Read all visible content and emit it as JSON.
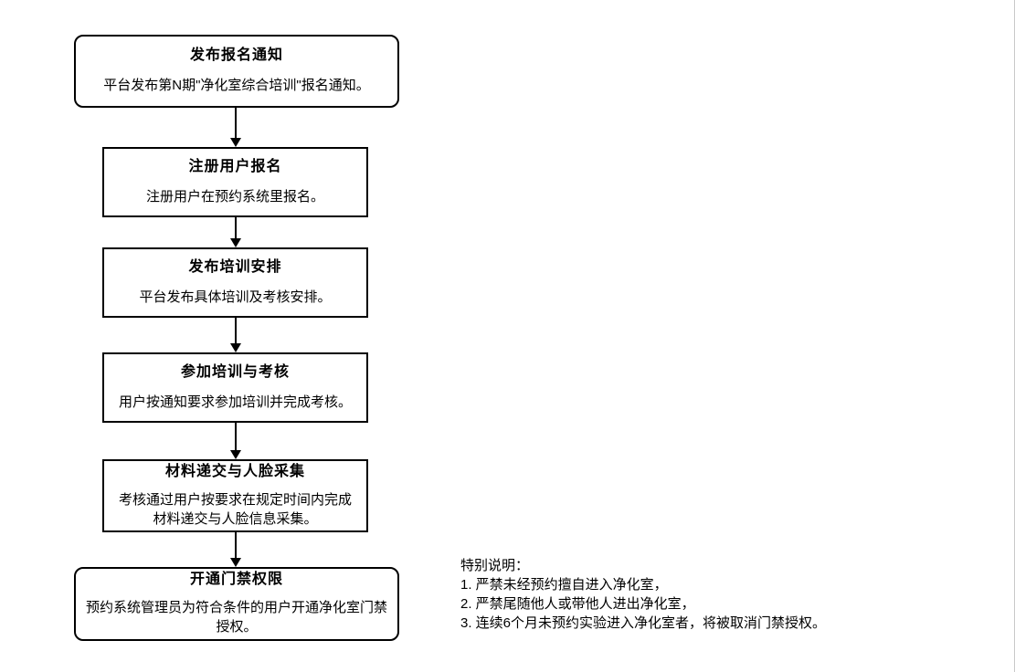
{
  "flowchart": {
    "nodes": [
      {
        "shape": "rounded",
        "title": "发布报名通知",
        "body": "平台发布第N期\"净化室综合培训\"报名通知。"
      },
      {
        "shape": "rect",
        "title": "注册用户报名",
        "body": "注册用户在预约系统里报名。"
      },
      {
        "shape": "rect",
        "title": "发布培训安排",
        "body": "平台发布具体培训及考核安排。"
      },
      {
        "shape": "rect",
        "title": "参加培训与考核",
        "body": "用户按通知要求参加培训并完成考核。"
      },
      {
        "shape": "rect",
        "title": "材料递交与人脸采集",
        "body": "考核通过用户按要求在规定时间内完成材料递交与人脸信息采集。"
      },
      {
        "shape": "rounded",
        "title": "开通门禁权限",
        "body": "预约系统管理员为符合条件的用户开通净化室门禁授权。"
      }
    ],
    "connector_style": "solid-line-down-arrow"
  },
  "notes": {
    "heading": "特别说明：",
    "items": [
      "1. 严禁未经预约擅自进入净化室，",
      "2. 严禁尾随他人或带他人进出净化室，",
      "3. 连续6个月未预约实验进入净化室者，将被取消门禁授权。"
    ]
  },
  "colors": {
    "line": "#000000",
    "text": "#000000",
    "background": "#ffffff",
    "window_edge": "#c9c9c9"
  }
}
